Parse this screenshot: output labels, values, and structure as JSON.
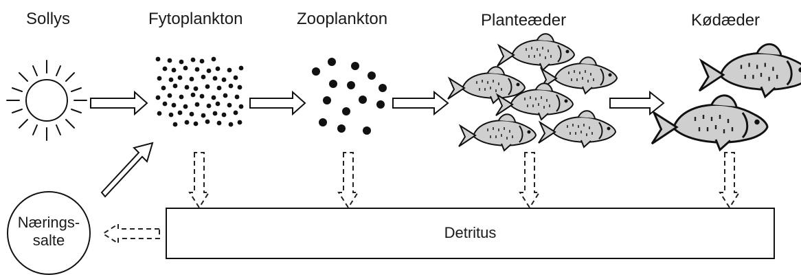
{
  "labels": {
    "sun": "Sollys",
    "phytoplankton": "Fytoplankton",
    "zooplankton": "Zooplankton",
    "herbivores": "Planteæder",
    "carnivores": "Kødæder"
  },
  "nutrients": {
    "line1": "Nærings-",
    "line2": "salte"
  },
  "detritus": "Detritus"
}
